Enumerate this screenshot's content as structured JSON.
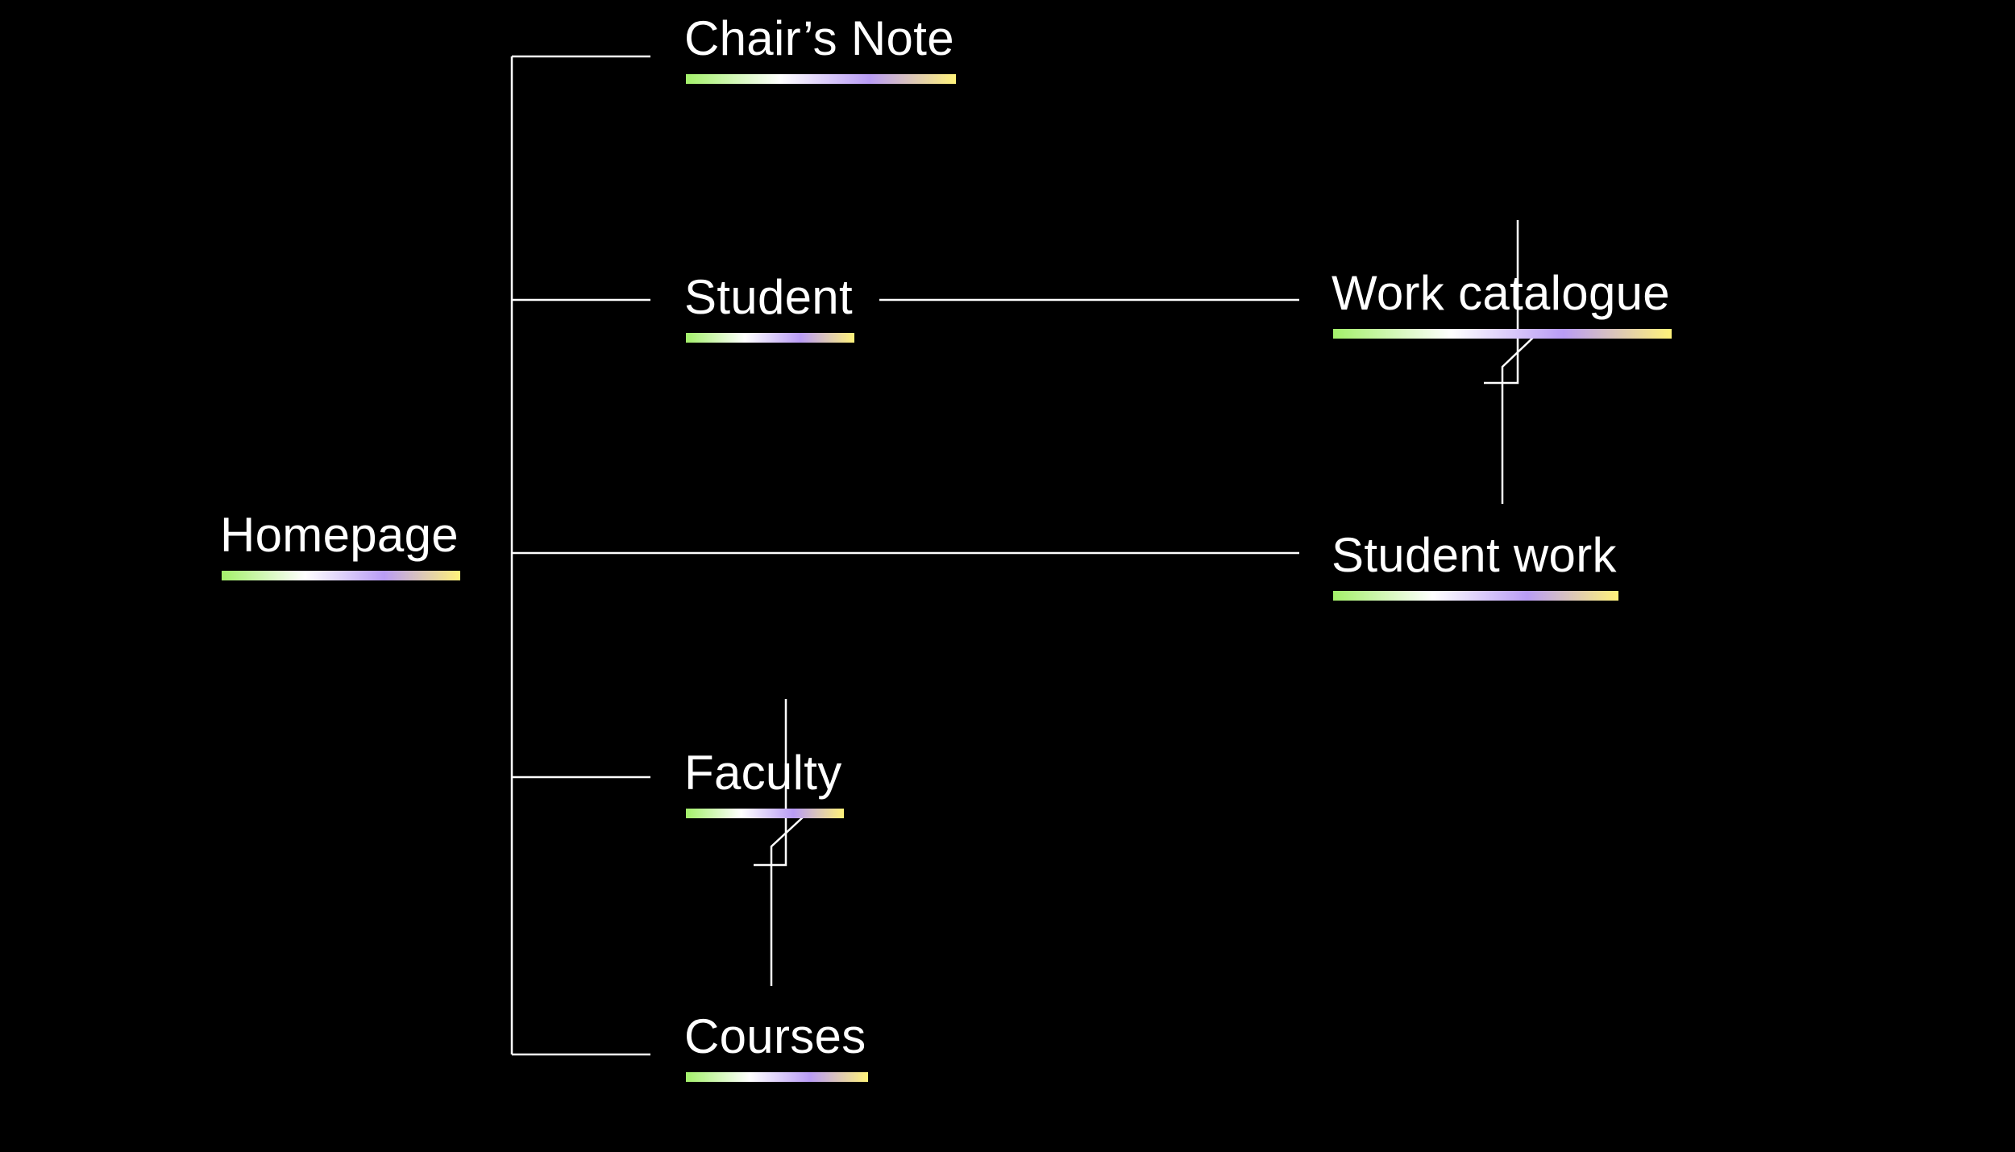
{
  "colors": {
    "background": "#000000",
    "line": "#ffffff",
    "text": "#ffffff",
    "underline_gradient": [
      "#a3f06a",
      "#ffffff",
      "#b99cf5",
      "#fff27a"
    ]
  },
  "nodes": {
    "homepage": "Homepage",
    "chairs_note": "Chair’s Note",
    "student": "Student",
    "faculty": "Faculty",
    "courses": "Courses",
    "work_catalogue": "Work catalogue",
    "student_work": "Student work"
  },
  "links": [
    {
      "from": "homepage",
      "to": "chairs_note",
      "type": "tree-branch"
    },
    {
      "from": "homepage",
      "to": "student",
      "type": "tree-branch"
    },
    {
      "from": "homepage",
      "to": "student_work",
      "type": "tree-branch"
    },
    {
      "from": "homepage",
      "to": "faculty",
      "type": "tree-branch"
    },
    {
      "from": "homepage",
      "to": "courses",
      "type": "tree-branch"
    },
    {
      "from": "student",
      "to": "work_catalogue",
      "type": "line"
    },
    {
      "from": "work_catalogue",
      "to": "student_work",
      "type": "bidirectional-arrow"
    },
    {
      "from": "faculty",
      "to": "courses",
      "type": "bidirectional-arrow"
    }
  ]
}
